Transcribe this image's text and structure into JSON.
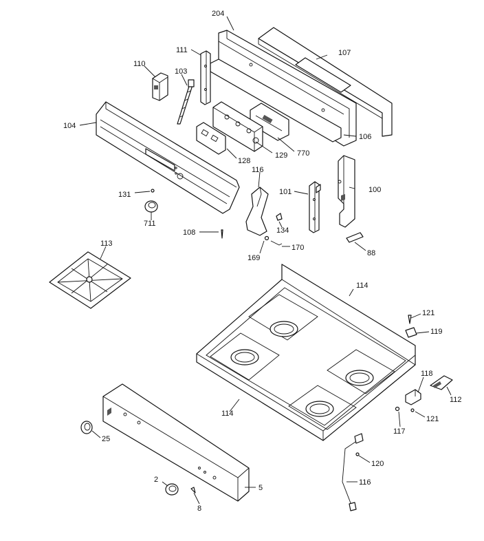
{
  "labels": {
    "p204": "204",
    "p107": "107",
    "p111": "111",
    "p110": "110",
    "p103": "103",
    "p104": "104",
    "p106": "106",
    "p770": "770",
    "p128": "128",
    "p129": "129",
    "p116a": "116",
    "p101": "101",
    "p100": "100",
    "p131": "131",
    "p711": "711",
    "p108": "108",
    "p134": "134",
    "p170": "170",
    "p169": "169",
    "p88": "88",
    "p113": "113",
    "p114a": "114",
    "p121a": "121",
    "p119": "119",
    "p118": "118",
    "p112": "112",
    "p114b": "114",
    "p117": "117",
    "p121b": "121",
    "p25": "25",
    "p120": "120",
    "p116b": "116",
    "p2": "2",
    "p5": "5",
    "p8": "8"
  }
}
